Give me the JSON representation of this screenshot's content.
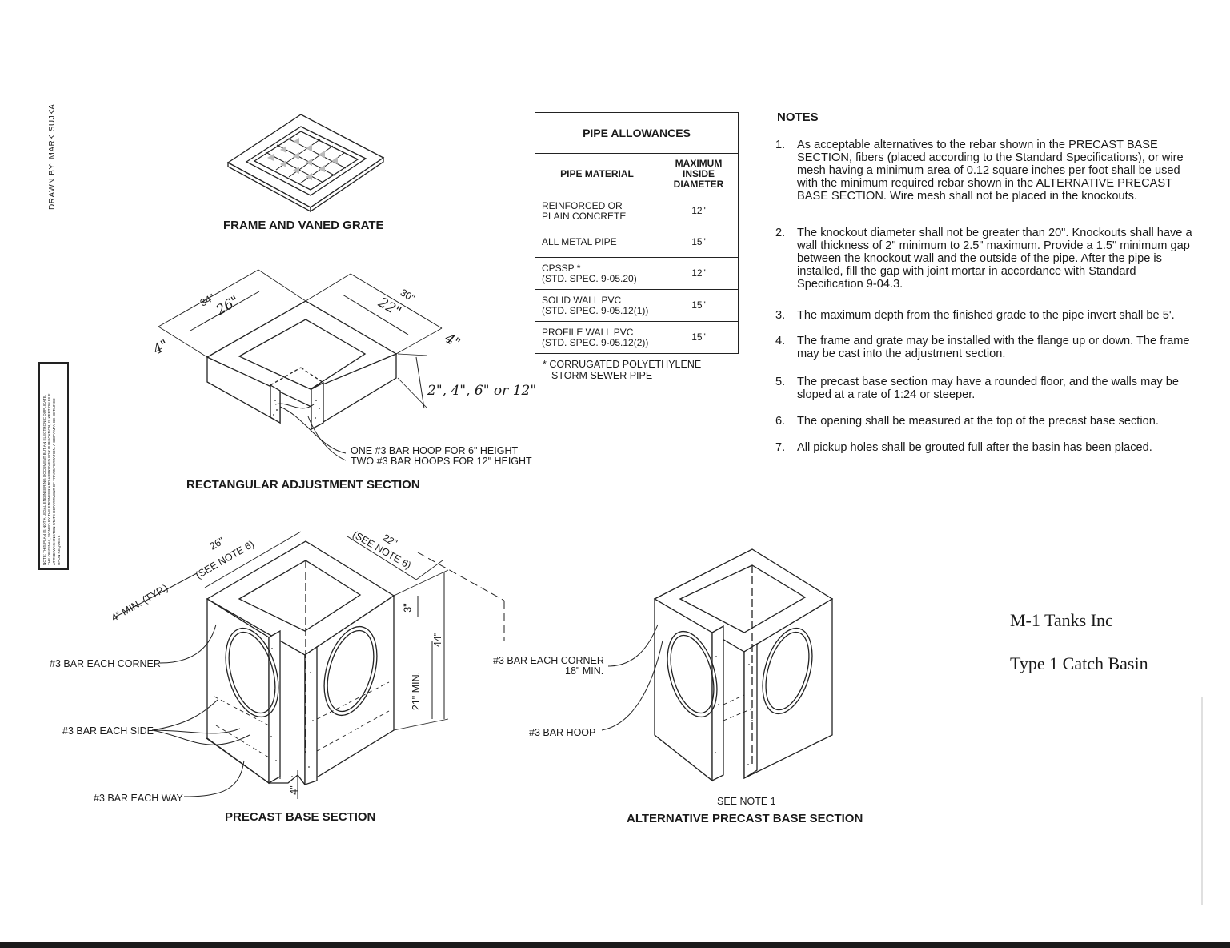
{
  "side": {
    "drawn_by": "DRAWN BY:  MARK SUJKA",
    "legal_lines": [
      "NOTE:  THIS PLAN IS NOT A LEGAL ENGINEERING DOCUMENT BUT AN ELECTRONIC DUPLICATE.",
      "THE ORIGINAL, SIGNED BY THE ENGINEER AND APPROVED FOR PUBLICATION, IS KEPT ON FILE",
      "AT THE WASHINGTON STATE DEPARTMENT OF TRANSPORTATION.  A COPY MAY BE OBTAINED",
      "UPON REQUEST."
    ]
  },
  "frame_grate": {
    "title": "FRAME AND VANED GRATE"
  },
  "adjustment": {
    "title": "RECTANGULAR ADJUSTMENT SECTION",
    "dim_34": "34\"",
    "dim_26": "26\"",
    "dim_30": "30\"",
    "dim_22": "22\"",
    "dim_4_left": "4\"",
    "dim_4_right": "4\"",
    "dim_height": "2\", 4\", 6\" or 12\"",
    "hoop_line1": "ONE #3 BAR HOOP FOR 6\" HEIGHT",
    "hoop_line2": "TWO #3 BAR HOOPS FOR 12\" HEIGHT"
  },
  "pipe_allowances": {
    "title": "PIPE ALLOWANCES",
    "col_material": "PIPE MATERIAL",
    "col_diameter": [
      "MAXIMUM",
      "INSIDE",
      "DIAMETER"
    ],
    "rows": [
      {
        "material": [
          "REINFORCED OR",
          "PLAIN CONCRETE"
        ],
        "diameter": "12\""
      },
      {
        "material": [
          "ALL METAL PIPE"
        ],
        "diameter": "15\""
      },
      {
        "material": [
          "CPSSP *",
          "(STD. SPEC. 9-05.20)"
        ],
        "diameter": "12\""
      },
      {
        "material": [
          "SOLID WALL PVC",
          "(STD. SPEC. 9-05.12(1))"
        ],
        "diameter": "15\""
      },
      {
        "material": [
          "PROFILE WALL PVC",
          "(STD. SPEC. 9-05.12(2))"
        ],
        "diameter": "15\""
      }
    ],
    "footnote_line1": "* CORRUGATED POLYETHYLENE",
    "footnote_line2": "STORM SEWER PIPE"
  },
  "notes": {
    "title": "NOTES",
    "items": [
      {
        "num": "1.",
        "text": "As acceptable alternatives to the rebar shown in the PRECAST BASE SECTION, fibers (placed according to the Standard Specifications), or wire mesh having a minimum area of 0.12 square inches per foot shall be used with the minimum required rebar shown in the ALTERNATIVE PRECAST BASE SECTION.  Wire mesh shall not be placed in the knockouts."
      },
      {
        "num": "2.",
        "text": "The knockout diameter shall not be greater than 20\".  Knockouts shall have a wall thickness of 2\" minimum to 2.5\" maximum.  Provide a 1.5\" minimum gap between the knockout wall and the outside of the pipe.  After the pipe is installed, fill the gap with joint mortar in accordance with Standard Specification 9-04.3."
      },
      {
        "num": "3.",
        "text": "The maximum depth from the finished grade to the pipe invert shall be 5'."
      },
      {
        "num": "4.",
        "text": "The frame and grate may be installed with the flange up or down.  The frame may be cast into the adjustment section."
      },
      {
        "num": "5.",
        "text": "The precast base section may have a rounded floor, and the walls may be sloped at a rate of 1:24 or steeper."
      },
      {
        "num": "6.",
        "text": "The opening shall be measured at the top of the precast base section."
      },
      {
        "num": "7.",
        "text": "All pickup holes shall be grouted full after the basin has been placed."
      }
    ]
  },
  "precast": {
    "title": "PRECAST BASE SECTION",
    "dim_26": "26\"",
    "see_note_left": "(SEE NOTE 6)",
    "dim_22": "22\"",
    "see_note_right": "(SEE NOTE 6)",
    "wall_min": "4\" MIN. (TYP.)",
    "dim_3": "3\"",
    "dim_44": "44\"",
    "dim_21": "21\" MIN.",
    "dim_4_bottom": "4\"",
    "bar_corner": "#3 BAR EACH CORNER",
    "bar_side": "#3 BAR EACH SIDE",
    "bar_way": "#3 BAR EACH WAY"
  },
  "alternative": {
    "title": "ALTERNATIVE PRECAST BASE SECTION",
    "see_note": "SEE NOTE 1",
    "bar_corner_line1": "#3 BAR EACH CORNER",
    "bar_corner_line2": "18\" MIN.",
    "bar_hoop": "#3 BAR HOOP"
  },
  "company": {
    "name": "M-1 Tanks Inc",
    "product": "Type 1 Catch Basin"
  }
}
